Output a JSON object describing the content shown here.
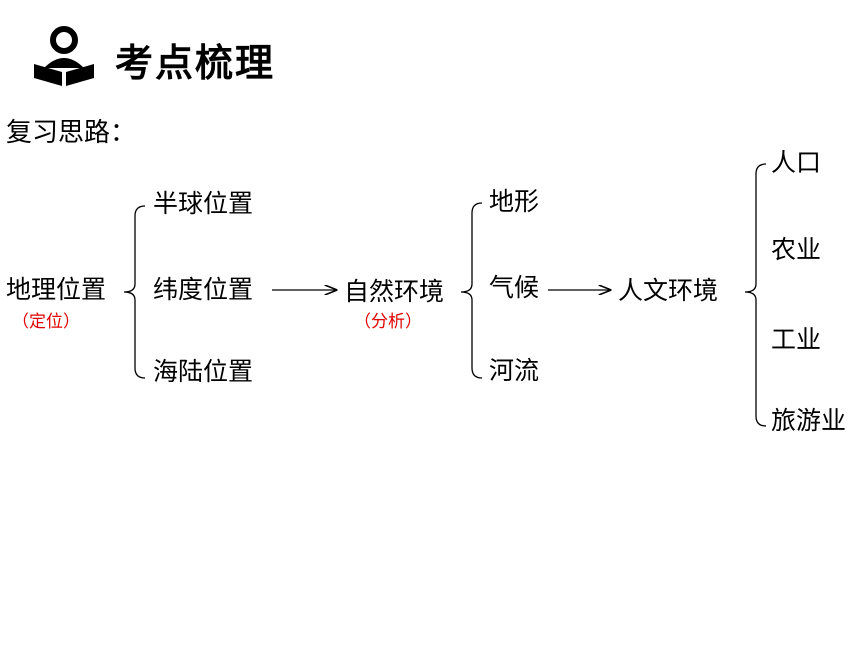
{
  "header": {
    "icon": "reader-icon",
    "title": "考点梳理"
  },
  "subtitle": "复习思路：",
  "diagram": {
    "root": {
      "label": "地理位置",
      "note": "（定位）"
    },
    "position_branches": [
      "半球位置",
      "纬度位置",
      "海陆位置"
    ],
    "natural": {
      "label": "自然环境",
      "note": "（分析）"
    },
    "natural_branches": [
      "地形",
      "气候",
      "河流"
    ],
    "human": {
      "label": "人文环境"
    },
    "human_branches": [
      "人口",
      "农业",
      "工业",
      "旅游业"
    ]
  },
  "colors": {
    "note": "#e00000",
    "text": "#000000"
  }
}
